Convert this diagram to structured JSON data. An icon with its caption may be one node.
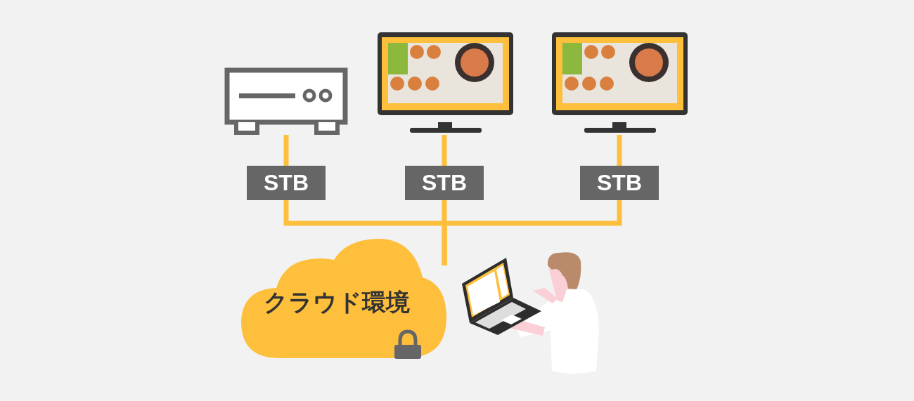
{
  "diagram": {
    "nodes": [
      {
        "text": [],
        "shape": "picture"
      },
      {
        "text": [],
        "shape": "picture"
      },
      {
        "text": [],
        "shape": "picture"
      },
      {
        "text": [
          "STB"
        ]
      },
      {
        "text": [
          "STB"
        ]
      },
      {
        "text": [
          "STB"
        ]
      },
      {
        "text": [
          "クラウド環境"
        ]
      }
    ],
    "edges": [
      {
        "from": 0,
        "to": 3,
        "arrow": "none"
      },
      {
        "from": 1,
        "to": 4,
        "arrow": "none"
      },
      {
        "from": 2,
        "to": 5,
        "arrow": "none"
      },
      {
        "from": 3,
        "to": null,
        "arrow": "none"
      },
      {
        "from": 4,
        "to": null,
        "arrow": "none"
      },
      {
        "from": 5,
        "to": null,
        "arrow": "none"
      }
    ]
  }
}
